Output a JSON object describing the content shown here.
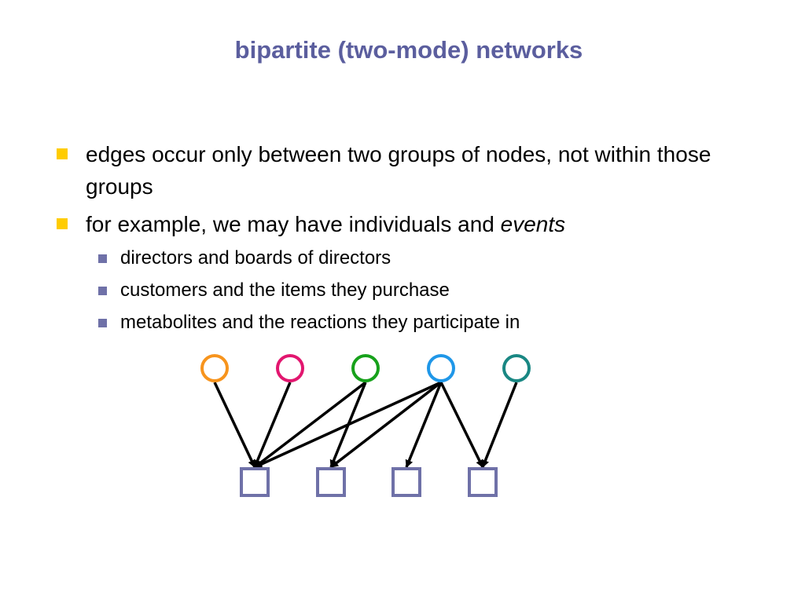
{
  "slide": {
    "title": "bipartite (two-mode) networks",
    "bullets": [
      {
        "text": "edges occur only between two groups of nodes, not within those groups"
      },
      {
        "text": "for example, we may have individuals and ",
        "emphasis": "events",
        "sub_bullets": [
          "directors and boards of directors",
          "customers and the items they purchase",
          "metabolites and the reactions they participate in"
        ]
      }
    ]
  },
  "diagram": {
    "colors": {
      "top_nodes": [
        "#f7941d",
        "#e2166f",
        "#17a11b",
        "#1f97e8",
        "#198783"
      ],
      "bottom_nodes": "#6f71a8",
      "edges": "#000000",
      "bullet_level1": "#ffcc00",
      "bullet_level2": "#6f71a8",
      "title": "#5b5e9e"
    },
    "top_node_count": 5,
    "bottom_node_count": 4,
    "edges": [
      [
        0,
        0
      ],
      [
        1,
        0
      ],
      [
        2,
        0
      ],
      [
        2,
        1
      ],
      [
        3,
        0
      ],
      [
        3,
        1
      ],
      [
        3,
        2
      ],
      [
        3,
        3
      ],
      [
        4,
        3
      ]
    ]
  }
}
